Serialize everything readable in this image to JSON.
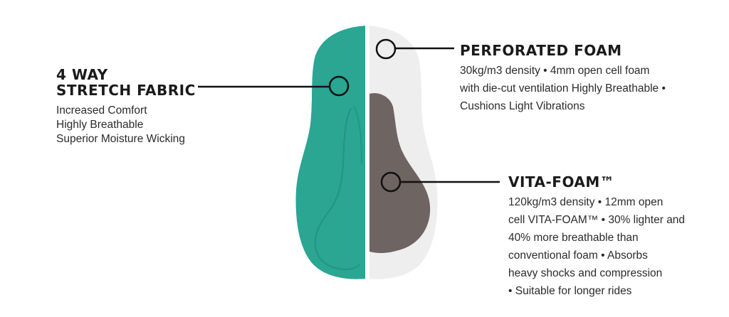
{
  "callouts": {
    "fabric": {
      "title_line1": "4 WAY",
      "title_line2": "STRETCH FABRIC",
      "lines": [
        "Increased Comfort",
        "Highly Breathable",
        "Superior Moisture Wicking"
      ]
    },
    "perforated": {
      "title": "PERFORATED FOAM",
      "lines": [
        "30kg/m3 density  •  4mm open cell foam",
        "with die-cut ventilation  Highly Breathable  •",
        "Cushions Light Vibrations"
      ]
    },
    "vita": {
      "title": "VITA-FOAM™",
      "lines": [
        "120kg/m3 density  •  12mm open",
        "cell VITA-FOAM™  •  30% lighter and",
        "40% more breathable than",
        "conventional foam  •  Absorbs",
        "heavy shocks and compression",
        "•  Suitable for longer rides"
      ]
    }
  },
  "colors": {
    "fabric": "#2aa693",
    "fabric_dark": "#1f8d7c",
    "perforated": "#eeeeee",
    "vita": "#6e6461",
    "leader": "#111111"
  }
}
